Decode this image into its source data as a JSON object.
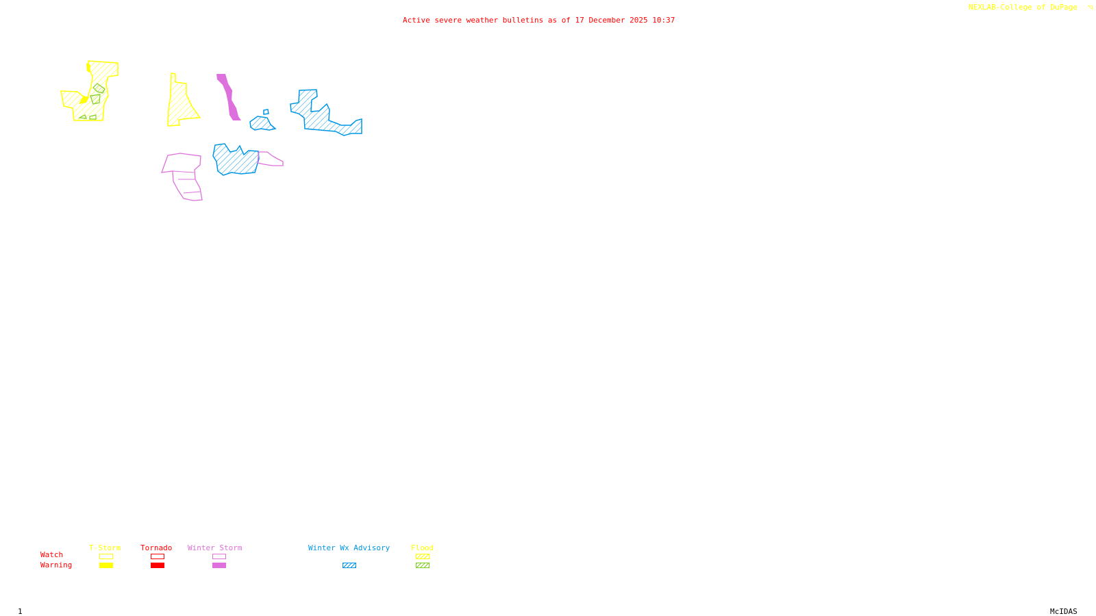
{
  "title": "Active severe weather bulletins as of 17 December 2025 10:37",
  "credit": "NEXLAB-College of DuPage",
  "credit_icon": "nexlab-logo-icon",
  "frame_number": "1",
  "software": "McIDAS",
  "colors": {
    "title": "#ff0000",
    "credit": "#ffff00",
    "tstorm": "#ffff00",
    "tornado": "#ff0000",
    "winter_storm": "#dd70dd",
    "winter_wx_advisory": "#0096e6",
    "flood_watch": "#ffff00",
    "flood_warning": "#80d020",
    "footer": "#000000"
  },
  "legend": {
    "row_labels": [
      "Watch",
      "Warning"
    ],
    "categories": [
      {
        "name": "T-Storm",
        "watch": "outline",
        "warning": "solid"
      },
      {
        "name": "Tornado",
        "watch": "outline",
        "warning": "solid"
      },
      {
        "name": "Winter Storm",
        "watch": "outline",
        "warning": "solid"
      },
      {
        "name": "Winter Wx Advisory",
        "watch": "none",
        "warning": "hatched"
      },
      {
        "name": "Flood",
        "watch": "hatched",
        "warning": "hatched"
      }
    ]
  },
  "bulletins": [
    {
      "type": "Flood Watch",
      "region": "west cluster"
    },
    {
      "type": "Flood Warning",
      "region": "west cluster"
    },
    {
      "type": "Flood Watch",
      "region": "west-central strip"
    },
    {
      "type": "Winter Storm Warning",
      "region": "central strip"
    },
    {
      "type": "Winter Wx Advisory",
      "region": "central small"
    },
    {
      "type": "Winter Wx Advisory",
      "region": "east cluster"
    },
    {
      "type": "Winter Storm Watch",
      "region": "south-west"
    },
    {
      "type": "Winter Wx Advisory",
      "region": "south-central"
    },
    {
      "type": "Winter Storm Watch",
      "region": "south-central east"
    }
  ]
}
